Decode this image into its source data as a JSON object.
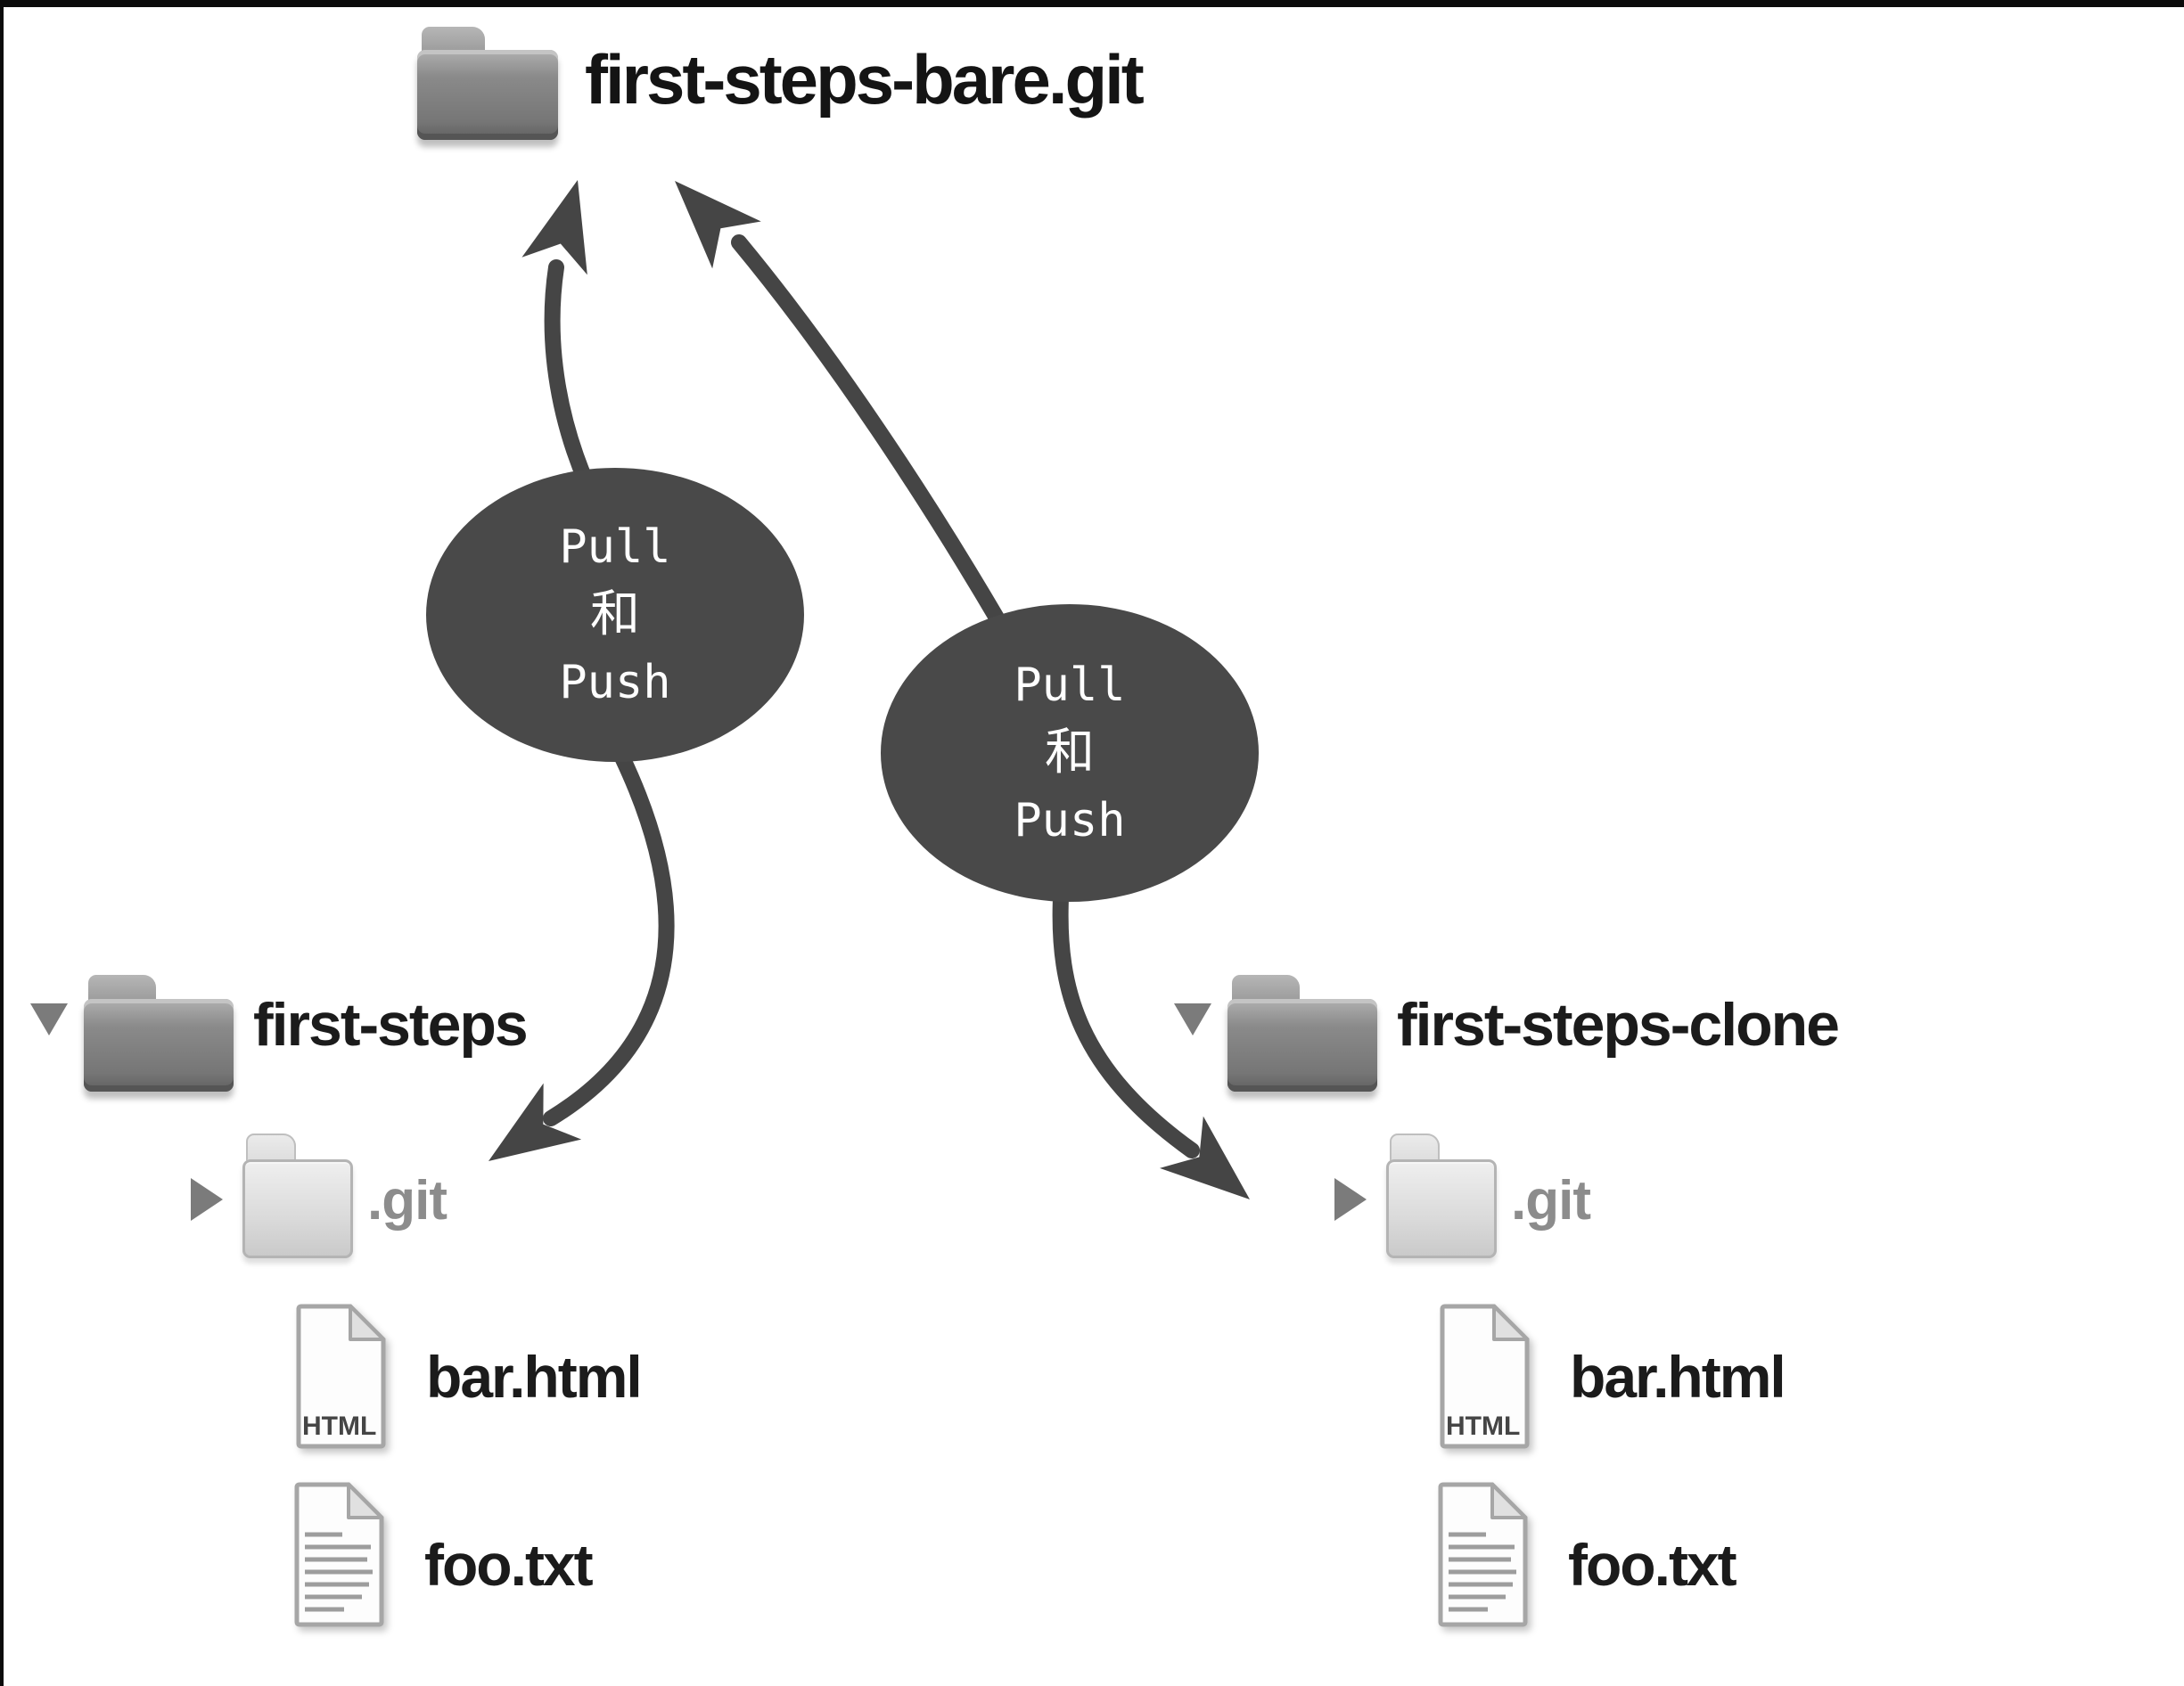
{
  "remote": {
    "name": "first-steps-bare.git"
  },
  "connectors": {
    "left": {
      "lines": [
        "Pull",
        "和",
        "Push"
      ]
    },
    "right": {
      "lines": [
        "Pull",
        "和",
        "Push"
      ]
    }
  },
  "trees": {
    "left": {
      "root": "first-steps",
      "git_folder": ".git",
      "files": [
        {
          "name": "bar.html",
          "badge": "HTML"
        },
        {
          "name": "foo.txt"
        }
      ]
    },
    "right": {
      "root": "first-steps-clone",
      "git_folder": ".git",
      "files": [
        {
          "name": "bar.html",
          "badge": "HTML"
        },
        {
          "name": "foo.txt"
        }
      ]
    }
  },
  "colors": {
    "bubble": "#494949",
    "arrow": "#454545",
    "muted_text": "#8c8c8c",
    "label_text": "#1b1b1b"
  }
}
